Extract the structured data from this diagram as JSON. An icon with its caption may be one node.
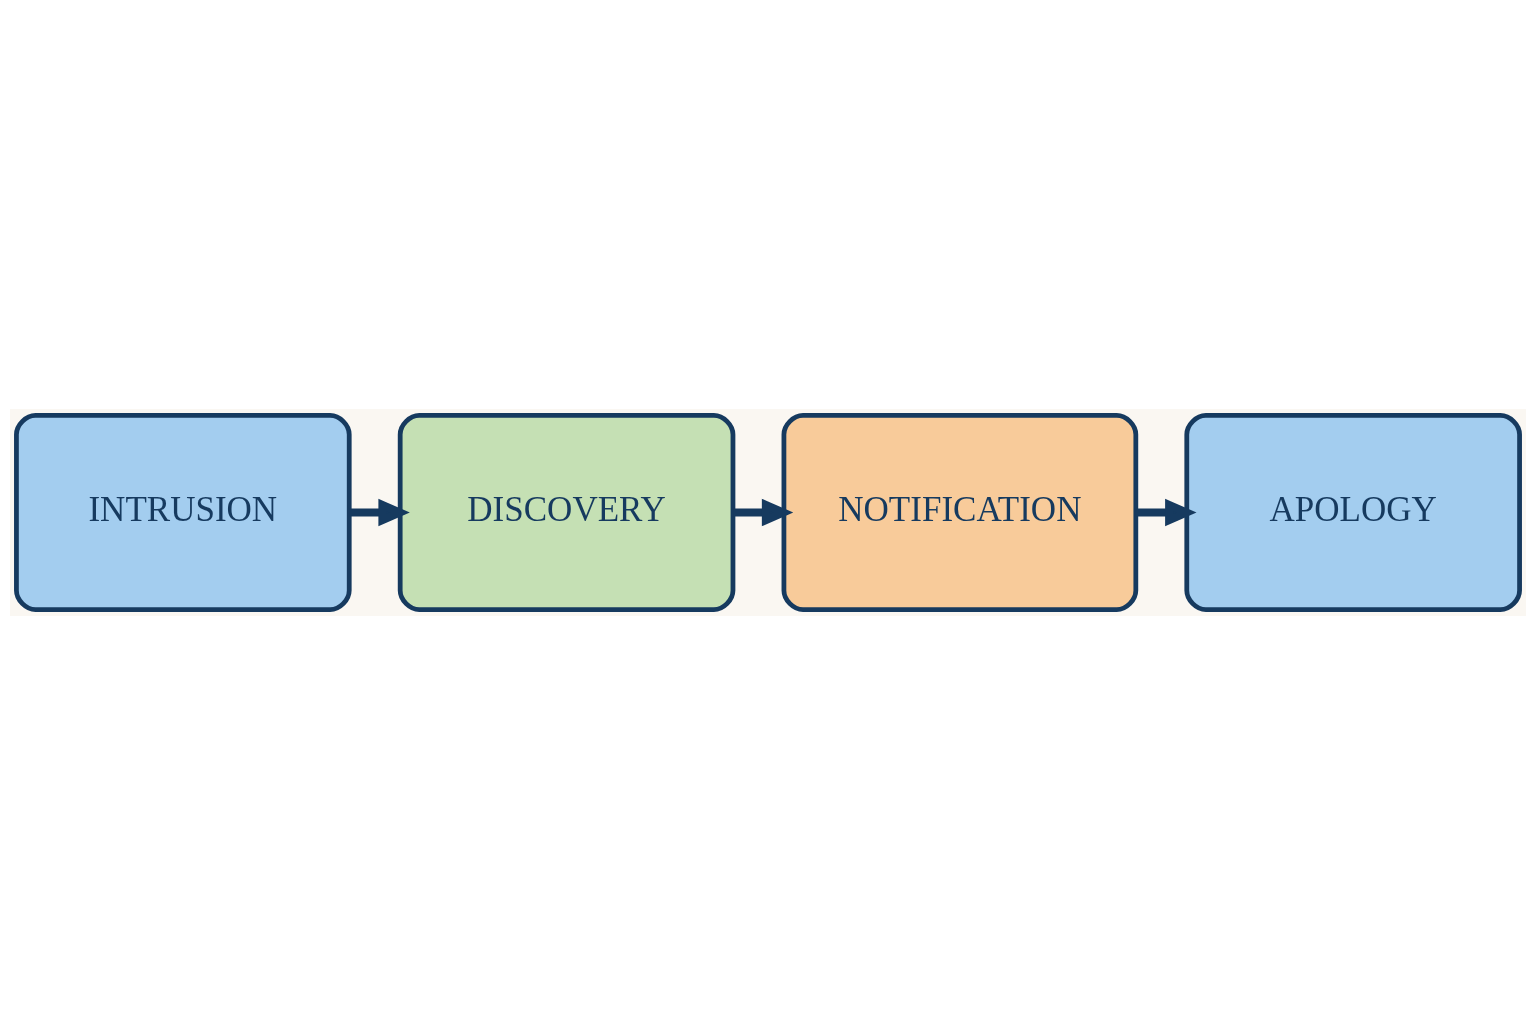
{
  "diagram": {
    "nodes": [
      {
        "text": [
          "INTRUSION"
        ]
      },
      {
        "text": [
          "DISCOVERY"
        ]
      },
      {
        "text": [
          "NOTIFICATION"
        ]
      },
      {
        "text": [
          "APOLOGY"
        ]
      }
    ],
    "edges": [
      {
        "from": 0,
        "to": 1,
        "arrow": "to"
      },
      {
        "from": 1,
        "to": 2,
        "arrow": "to"
      },
      {
        "from": 2,
        "to": 3,
        "arrow": "to"
      }
    ]
  }
}
